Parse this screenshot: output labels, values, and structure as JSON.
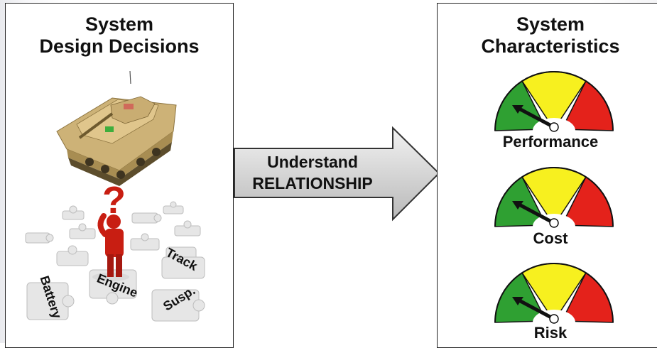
{
  "left_panel": {
    "title_line1": "System",
    "title_line2": "Design Decisions",
    "puzzle_labels": {
      "battery": "Battery",
      "engine": "Engine",
      "track": "Track",
      "susp": "Susp."
    }
  },
  "arrow": {
    "line1": "Understand",
    "line2": "RELATIONSHIP"
  },
  "right_panel": {
    "title_line1": "System",
    "title_line2": "Characteristics",
    "gauges": [
      {
        "label": "Performance"
      },
      {
        "label": "Cost"
      },
      {
        "label": "Risk"
      }
    ]
  },
  "colors": {
    "gauge_green": "#2fa032",
    "gauge_yellow": "#f7f01f",
    "gauge_red": "#e4221b",
    "arrow_fill": "#d3d3d3",
    "figure_red": "#c81e12",
    "vehicle_tan": "#d8b878"
  },
  "icons": [
    "tank-vehicle-icon",
    "question-person-icon",
    "puzzle-piece-icon",
    "gauge-icon",
    "right-arrow-icon"
  ]
}
